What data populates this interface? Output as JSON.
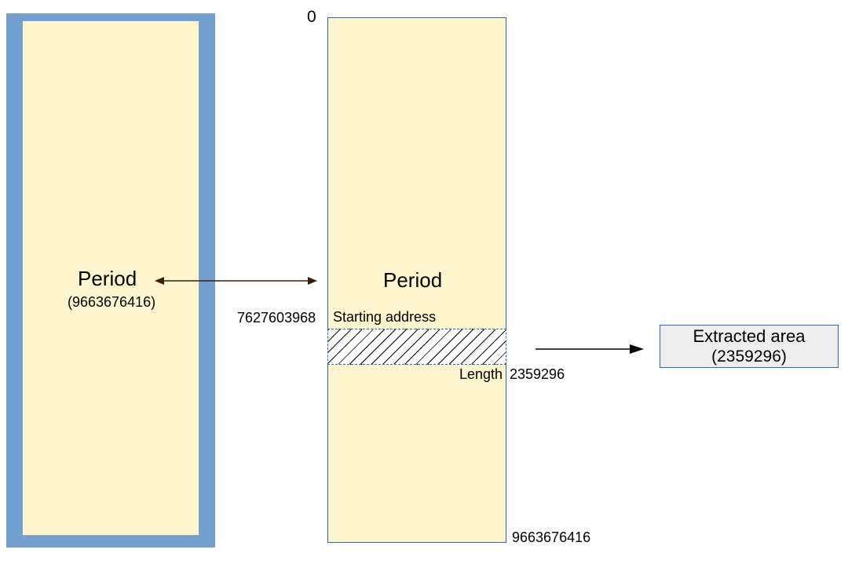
{
  "left_block": {
    "title": "Period",
    "value": "(9663676416)"
  },
  "right_block": {
    "title": "Period",
    "top_value": "0",
    "start_value": "7627603968",
    "start_label": "Starting address",
    "length_label": "Length",
    "length_value": "2359296",
    "end_value": "9663676416"
  },
  "extracted": {
    "title": "Extracted area",
    "value": "(2359296)"
  },
  "colors": {
    "frame_blue": "#729fcf",
    "cream": "#fff5ce",
    "box_gray": "#eeeeee",
    "arrow_dark": "#3c1a0e"
  }
}
